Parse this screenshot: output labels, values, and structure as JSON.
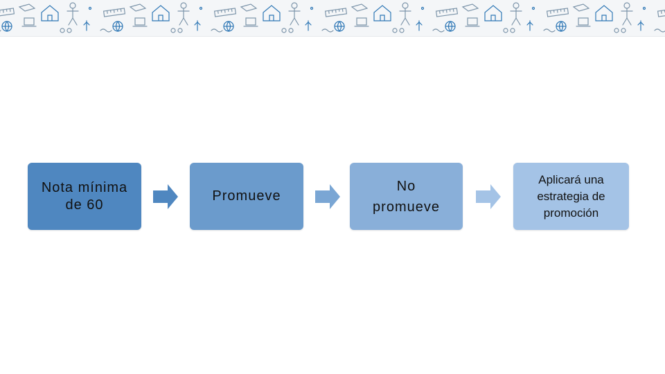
{
  "banner": {
    "icons": [
      "house-icon",
      "person-icon",
      "globe-icon",
      "ruler-icon",
      "book-icon",
      "usb-icon",
      "laptop-icon",
      "bike-icon"
    ]
  },
  "diagram": {
    "steps": [
      {
        "label": "Nota mínima\nde 60"
      },
      {
        "label": "Promueve"
      },
      {
        "label": "No\npromueve"
      },
      {
        "label": "Aplicará una\nestrategia de\npromoción"
      }
    ],
    "colors": {
      "step1": "#4f87c0",
      "step2": "#6b9bcc",
      "step3": "#89afd9",
      "step4": "#a4c3e6",
      "arrow1": "#4f87c0",
      "arrow2": "#7aa6d4",
      "arrow3": "#a4c3e6"
    }
  }
}
